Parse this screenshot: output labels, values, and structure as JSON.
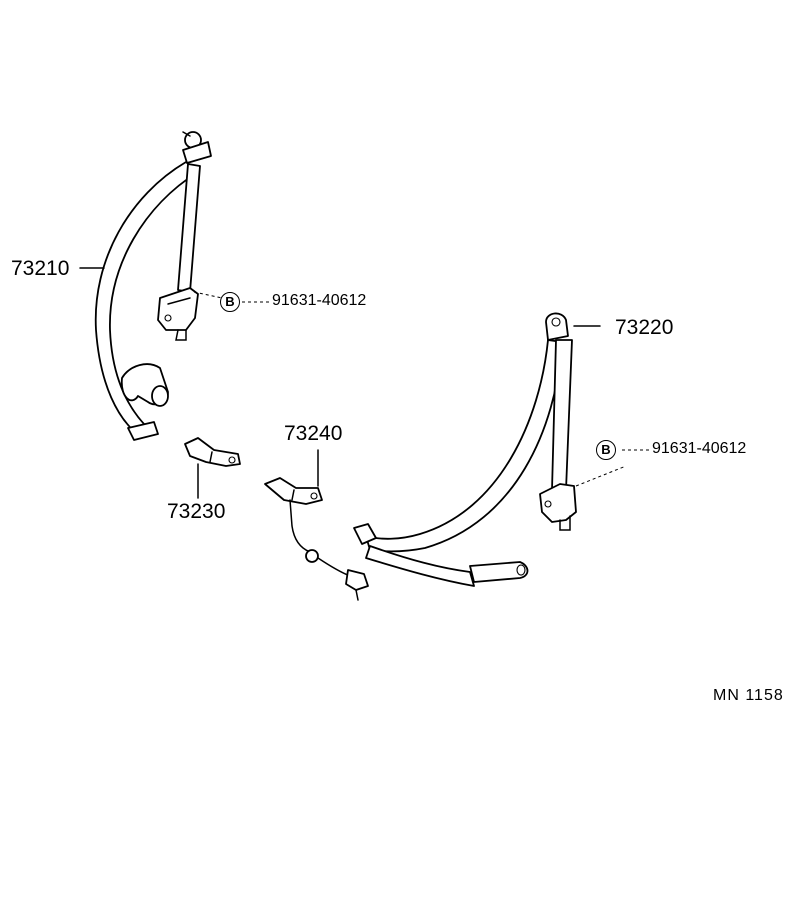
{
  "labels": {
    "p73210": "73210",
    "p73220": "73220",
    "p73230": "73230",
    "p73240": "73240",
    "bolt_left": "91631-40612",
    "bolt_right": "91631-40612",
    "badge_left": "B",
    "badge_right": "B",
    "diagram_code": "MN  1158"
  }
}
